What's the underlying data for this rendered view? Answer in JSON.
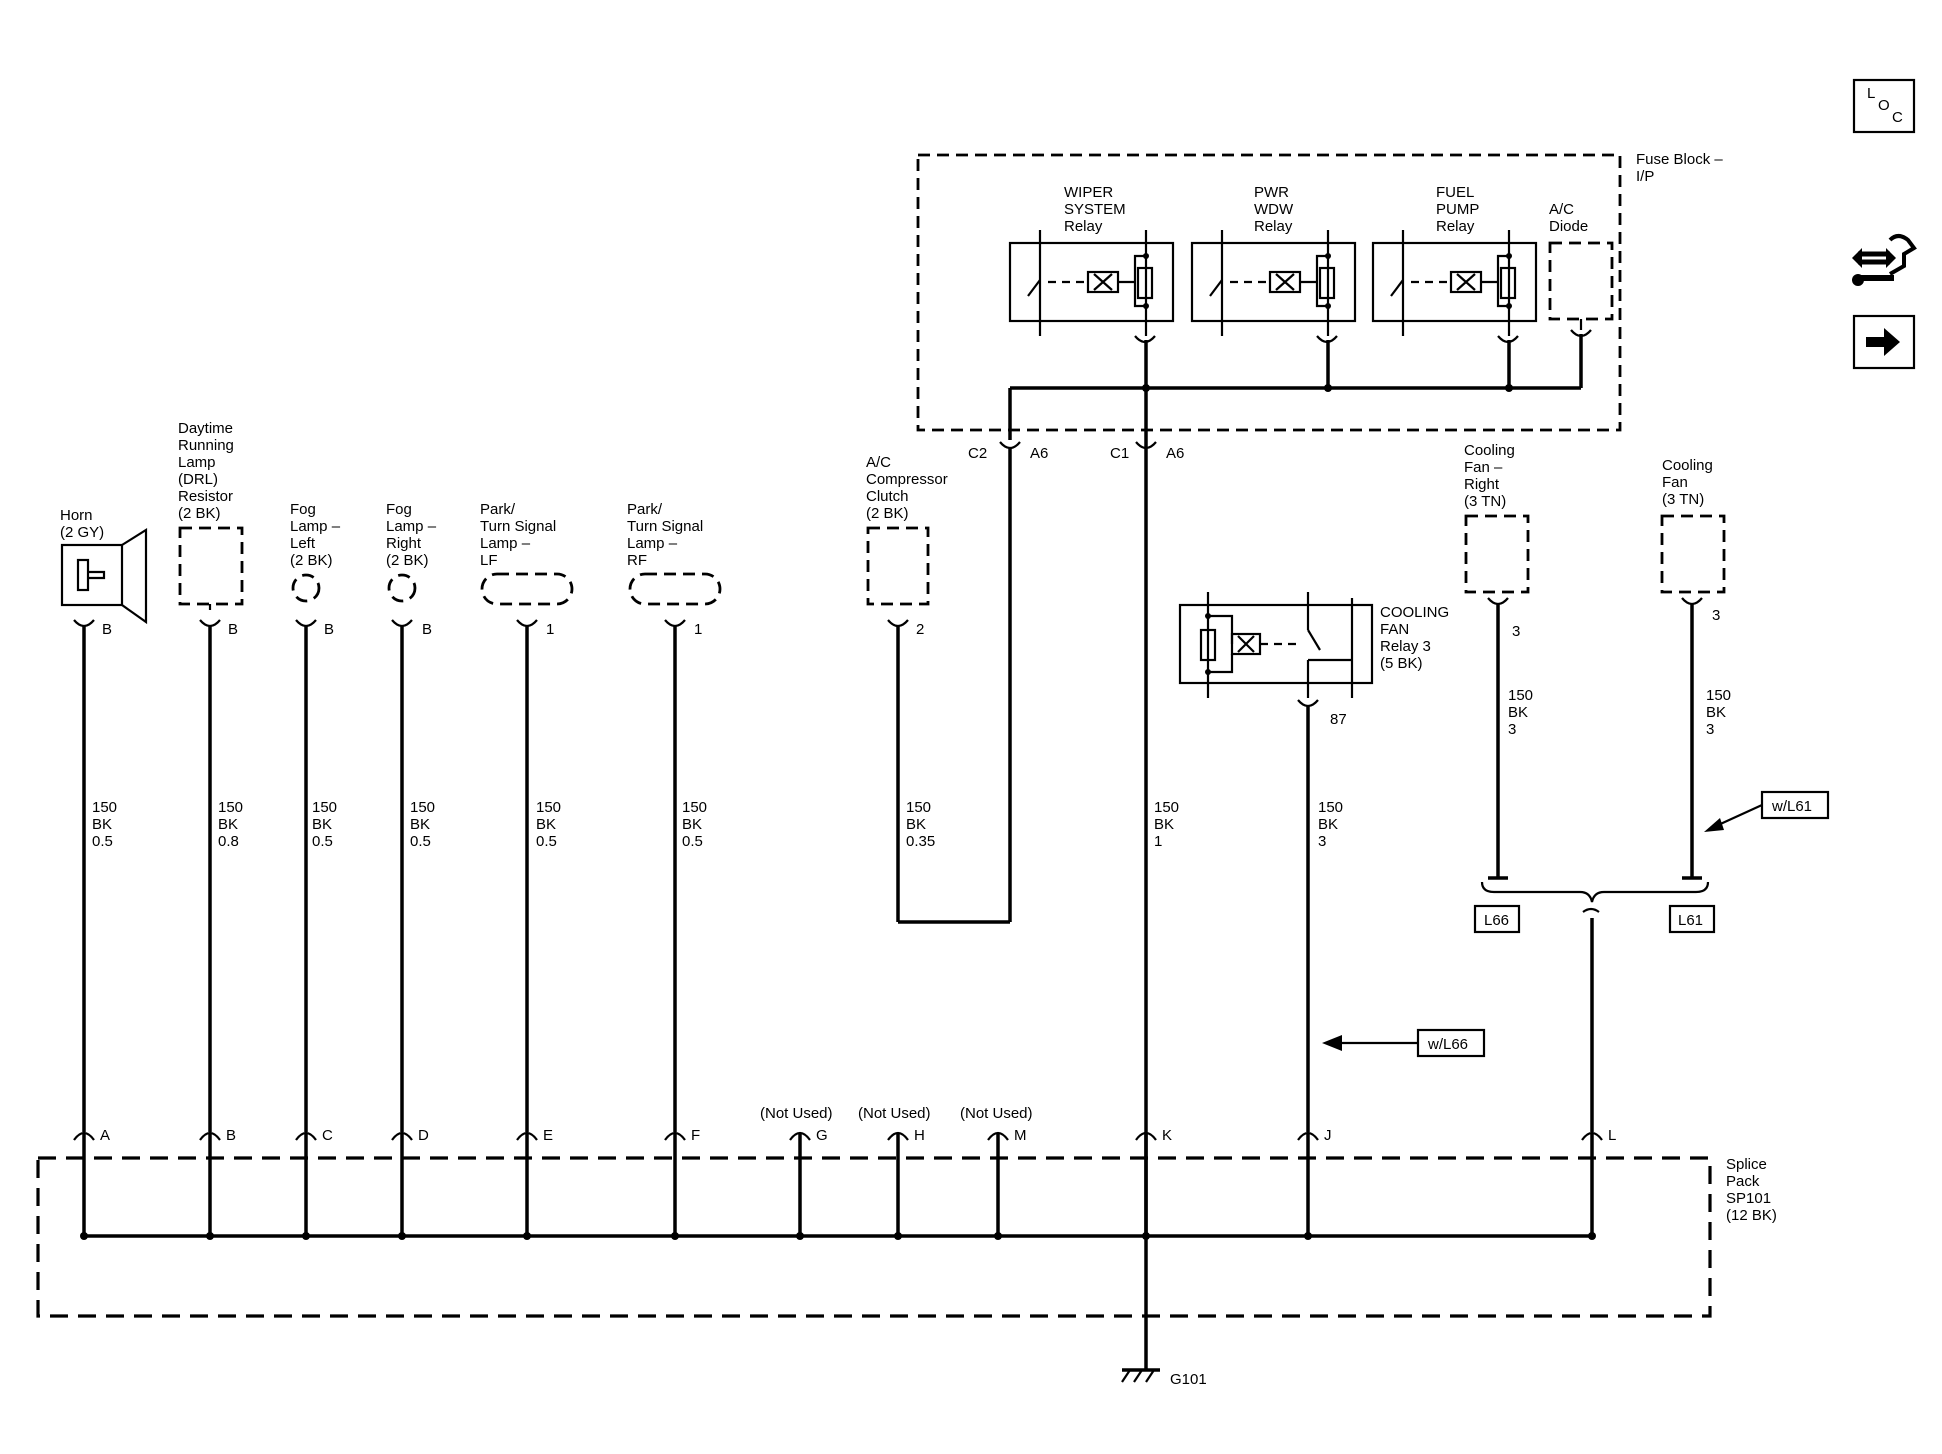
{
  "icons": {
    "loc": {
      "l": "L",
      "o": "O",
      "c": "C"
    },
    "tools_icon": "tools-icon",
    "next_icon": "arrow-right-icon"
  },
  "fuse_block": {
    "label_line1": "Fuse Block –",
    "label_line2": "I/P",
    "wiper": [
      "WIPER",
      "SYSTEM",
      "Relay"
    ],
    "pwr": [
      "PWR",
      "WDW",
      "Relay"
    ],
    "fuel": [
      "FUEL",
      "PUMP",
      "Relay"
    ],
    "diode": [
      "A/C",
      "Diode"
    ]
  },
  "connectors_top": {
    "c2": "C2",
    "c2_pin": "A6",
    "c1": "C1",
    "c1_pin": "A6"
  },
  "components": {
    "horn": [
      "Horn",
      "(2 GY)"
    ],
    "drl": [
      "Daytime",
      "Running",
      "Lamp",
      "(DRL)",
      "Resistor",
      "(2 BK)"
    ],
    "fog_left": [
      "Fog",
      "Lamp –",
      "Left",
      "(2 BK)"
    ],
    "fog_right": [
      "Fog",
      "Lamp –",
      "Right",
      "(2 BK)"
    ],
    "park_lf": [
      "Park/",
      "Turn Signal",
      "Lamp –",
      "LF"
    ],
    "park_rf": [
      "Park/",
      "Turn Signal",
      "Lamp –",
      "RF"
    ],
    "ac_clutch": [
      "A/C",
      "Compressor",
      "Clutch",
      "(2 BK)"
    ],
    "fan_relay": [
      "COOLING",
      "FAN",
      "Relay 3",
      "(5 BK)"
    ],
    "fan_right": [
      "Cooling",
      "Fan –",
      "Right",
      "(3 TN)"
    ],
    "fan": [
      "Cooling",
      "Fan",
      "(3 TN)"
    ]
  },
  "component_pins": {
    "horn": "B",
    "drl": "B",
    "fog_left": "B",
    "fog_right": "B",
    "park_lf": "1",
    "park_rf": "1",
    "ac_clutch": "2",
    "fan_relay": "87",
    "fan_right": "3",
    "fan": "3"
  },
  "wires": {
    "horn": [
      "150",
      "BK",
      "0.5"
    ],
    "drl": [
      "150",
      "BK",
      "0.8"
    ],
    "fog_left": [
      "150",
      "BK",
      "0.5"
    ],
    "fog_right": [
      "150",
      "BK",
      "0.5"
    ],
    "park_lf": [
      "150",
      "BK",
      "0.5"
    ],
    "park_rf": [
      "150",
      "BK",
      "0.5"
    ],
    "ac_clutch": [
      "150",
      "BK",
      "0.35"
    ],
    "k": [
      "150",
      "BK",
      "1"
    ],
    "fan_relay": [
      "150",
      "BK",
      "3"
    ],
    "fan_right": [
      "150",
      "BK",
      "3"
    ],
    "fan": [
      "150",
      "BK",
      "3"
    ]
  },
  "options": {
    "wl61": "w/L61",
    "wl66": "w/L66",
    "l66": "L66",
    "l61": "L61"
  },
  "splice": {
    "label": [
      "Splice",
      "Pack",
      "SP101",
      "(12 BK)"
    ],
    "pins": [
      "A",
      "B",
      "C",
      "D",
      "E",
      "F",
      "G",
      "H",
      "M",
      "K",
      "J",
      "L"
    ],
    "not_used": "(Not Used)"
  },
  "ground": "G101"
}
